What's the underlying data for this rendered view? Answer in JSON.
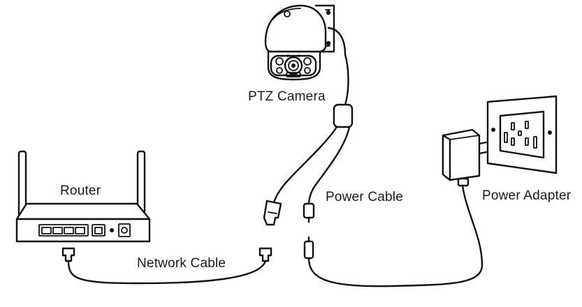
{
  "labels": {
    "camera": "PTZ Camera",
    "router": "Router",
    "network_cable": "Network Cable",
    "power_cable": "Power Cable",
    "power_adapter": "Power Adapter"
  }
}
